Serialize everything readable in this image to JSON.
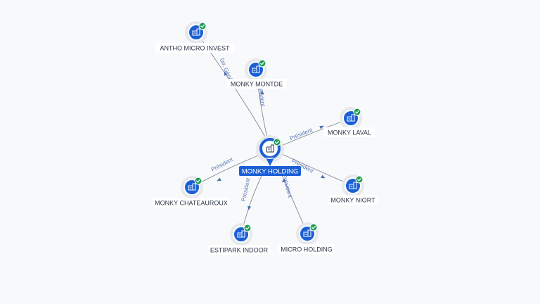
{
  "diagram": {
    "center": {
      "id": "center",
      "label": "MONKY HOLDING"
    },
    "nodes": [
      {
        "id": "antho",
        "label": "ANTHO MICRO INVEST"
      },
      {
        "id": "montde",
        "label": "MONKY MONTDE"
      },
      {
        "id": "laval",
        "label": "MONKY LAVAL"
      },
      {
        "id": "niort",
        "label": "MONKY NIORT"
      },
      {
        "id": "chateauroux",
        "label": "MONKY CHATEAUROUX"
      },
      {
        "id": "estipark",
        "label": "ESTIPARK INDOOR"
      },
      {
        "id": "micro",
        "label": "MICRO HOLDING"
      }
    ],
    "edges": [
      {
        "from": "center",
        "to": "antho",
        "label": "Dir. Général"
      },
      {
        "from": "center",
        "to": "montde",
        "label": "Président"
      },
      {
        "from": "center",
        "to": "laval",
        "label": "Président"
      },
      {
        "from": "center",
        "to": "niort",
        "label": "Président"
      },
      {
        "from": "center",
        "to": "chateauroux",
        "label": "Président"
      },
      {
        "from": "center",
        "to": "estipark",
        "label": "Président"
      },
      {
        "from": "center",
        "to": "micro",
        "label": "Président"
      }
    ],
    "colors": {
      "accent": "#1a5fd6",
      "verified": "#1f9d55",
      "edge": "#7f8794",
      "edge_label": "#5b78b4"
    },
    "icons": {
      "node": "building-icon",
      "status": "check-badge-icon"
    }
  }
}
